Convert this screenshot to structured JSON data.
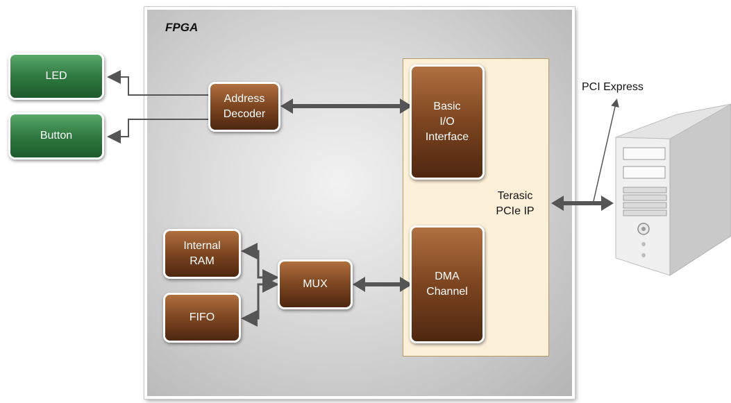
{
  "diagram": {
    "fpga_title": "FPGA",
    "terasic_ip_label": "Terasic\nPCIe IP",
    "pci_express_label": "PCI Express",
    "blocks": {
      "led": "LED",
      "button": "Button",
      "address_decoder": "Address\nDecoder",
      "basic_io": "Basic\nI/O\nInterface",
      "dma": "DMA\nChannel",
      "mux": "MUX",
      "internal_ram": "Internal\nRAM",
      "fifo": "FIFO"
    },
    "colors": {
      "block_brown": "#7c4520",
      "block_green": "#2f7a40",
      "ip_panel": "#fdf0d9",
      "arrow": "#555555"
    }
  }
}
